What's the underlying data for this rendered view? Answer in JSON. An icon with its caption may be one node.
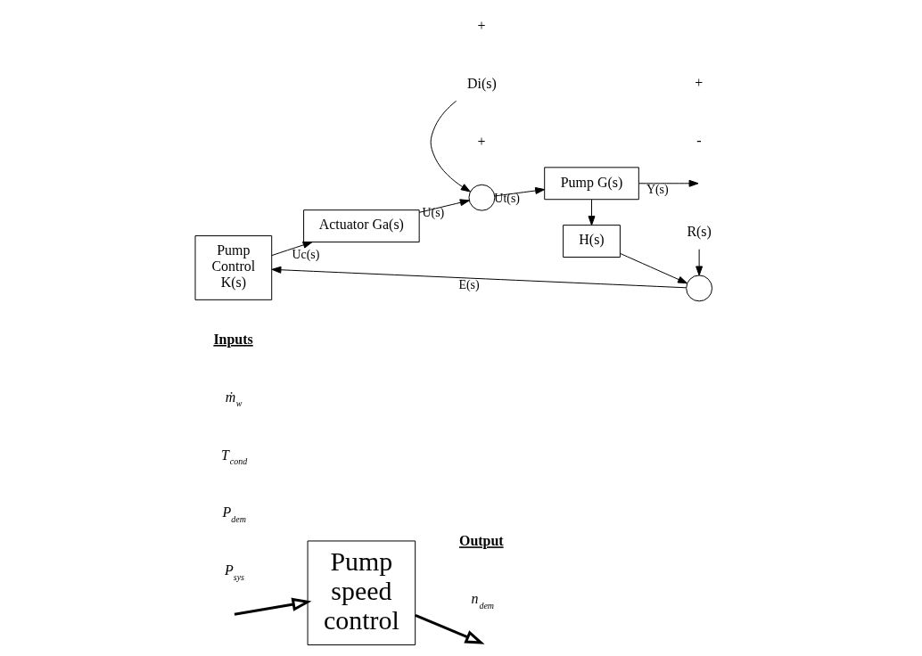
{
  "diagram": {
    "nodes": [
      {
        "text": [
          "Pump speed control"
        ]
      },
      {
        "text": [
          "Pump Control K(s)"
        ]
      },
      {
        "text": [
          "Actuator Ga(s)"
        ]
      },
      {
        "text": [],
        "shape": "circle"
      },
      {
        "text": [
          "Pump G(s)"
        ]
      },
      {
        "text": [
          "H(s)"
        ]
      },
      {
        "text": [],
        "shape": "circle"
      },
      {
        "text": [
          "Di(s)"
        ]
      },
      {
        "text": [
          "R(s)"
        ]
      }
    ],
    "edges": [
      {
        "from": null,
        "to": 0,
        "arrow": "to",
        "style": "thick"
      },
      {
        "from": 0,
        "to": null,
        "arrow": "to",
        "style": "thick"
      },
      {
        "from": 6,
        "to": 1,
        "arrow": "to",
        "label": "E(s)"
      },
      {
        "from": 1,
        "to": 2,
        "arrow": "to",
        "label": "Uc(s)"
      },
      {
        "from": 2,
        "to": 3,
        "arrow": "to",
        "label": "U(s)"
      },
      {
        "from": 7,
        "to": 3,
        "arrow": "to"
      },
      {
        "from": 3,
        "to": 4,
        "arrow": "to",
        "label": "Ut(s)"
      },
      {
        "from": 4,
        "to": null,
        "arrow": "to",
        "label": "Y(s)"
      },
      {
        "from": 4,
        "to": 5,
        "arrow": "to"
      },
      {
        "from": 5,
        "to": 6,
        "arrow": "to"
      },
      {
        "from": 8,
        "to": 6,
        "arrow": "to"
      }
    ],
    "labels": [
      "Inputs",
      "ṁ$_{w}$",
      "T$_{cond}$",
      "P$_{dem}$",
      "P$_{sys}$",
      "Output",
      "n$_{dem}$",
      "+",
      "+",
      "-",
      "+"
    ]
  }
}
